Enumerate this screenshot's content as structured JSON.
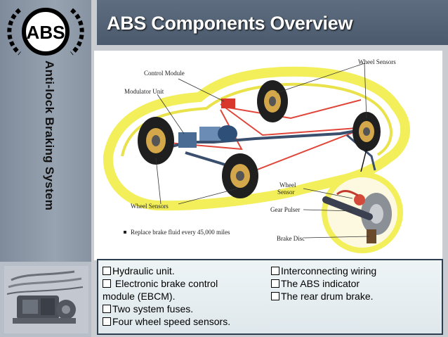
{
  "logo": {
    "text": "ABS"
  },
  "sidebar": {
    "vertical_title": "Anti-lock Braking System"
  },
  "header": {
    "title": "ABS Components Overview"
  },
  "diagram": {
    "labels": {
      "control_module": "Control Module",
      "modulator_unit": "Modulator Unit",
      "wheel_sensors_top": "Wheel Sensors",
      "wheel_sensors_bottom": "Wheel Sensors",
      "wheel": "Wheel",
      "sensor": "Sensor",
      "gear_pulser": "Gear Pulser",
      "brake_disc": "Brake Disc",
      "note": "Replace brake fluid every 45,000 miles"
    },
    "colors": {
      "car_body": "#f3ef5a",
      "brake_line": "#e0463a",
      "hydraulic": "#3a4f6e"
    }
  },
  "bullets": {
    "left": [
      "Hydraulic unit.",
      " Electronic brake control",
      "module (EBCM).",
      "Two system fuses.",
      "Four wheel speed sensors."
    ],
    "right": [
      "Interconnecting wiring",
      "The ABS indicator",
      "The rear drum brake."
    ]
  }
}
